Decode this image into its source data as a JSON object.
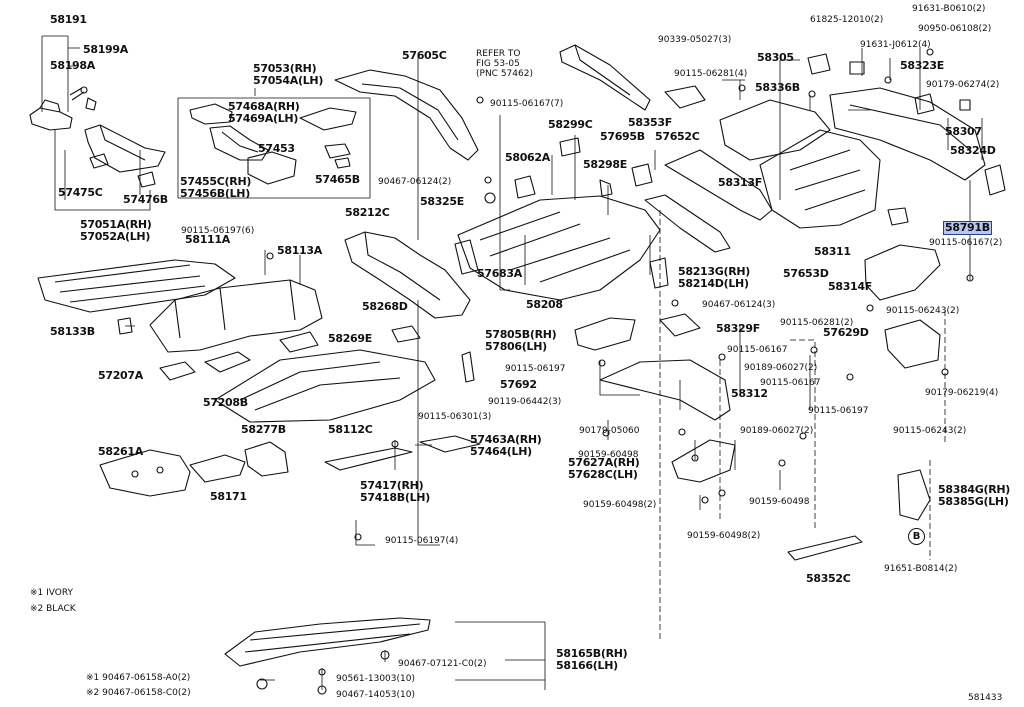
{
  "diagram_id": "581433",
  "legend": [
    "※1 IVORY",
    "※2 BLACK"
  ],
  "refer": "REFER TO\nFIG 53-05\n(PNC 57462)",
  "callout_b": "B",
  "labels": [
    {
      "id": "l1",
      "text": "58191"
    },
    {
      "id": "l2",
      "text": "58199A"
    },
    {
      "id": "l3",
      "text": "58198A"
    },
    {
      "id": "l4",
      "text": "57475C"
    },
    {
      "id": "l5",
      "text": "57476B"
    },
    {
      "id": "l6",
      "text": "57051A(RH)\n57052A(LH)"
    },
    {
      "id": "l7",
      "text": "57053(RH)\n57054A(LH)"
    },
    {
      "id": "l8",
      "text": "57605C"
    },
    {
      "id": "l9",
      "text": "57468A(RH)\n57469A(LH)"
    },
    {
      "id": "l10",
      "text": "57453"
    },
    {
      "id": "l11",
      "text": "57455C(RH)\n57456B(LH)"
    },
    {
      "id": "l12",
      "text": "57465B"
    },
    {
      "id": "l13",
      "text": "90339-05027(3)"
    },
    {
      "id": "l14",
      "text": "61825-12010(2)"
    },
    {
      "id": "l15",
      "text": "91631-B0610(2)"
    },
    {
      "id": "l16",
      "text": "90950-06108(2)"
    },
    {
      "id": "l17",
      "text": "91631-J0612(4)"
    },
    {
      "id": "l18",
      "text": "58305"
    },
    {
      "id": "l19",
      "text": "58323E"
    },
    {
      "id": "l20",
      "text": "90115-06281(4)"
    },
    {
      "id": "l21",
      "text": "58336B"
    },
    {
      "id": "l22",
      "text": "90179-06274(2)"
    },
    {
      "id": "l23",
      "text": "90115-06167(7)"
    },
    {
      "id": "l24",
      "text": "58353F"
    },
    {
      "id": "l25",
      "text": "58299C"
    },
    {
      "id": "l26",
      "text": "57695B"
    },
    {
      "id": "l27",
      "text": "57652C"
    },
    {
      "id": "l28",
      "text": "58307"
    },
    {
      "id": "l29",
      "text": "58324D"
    },
    {
      "id": "l30",
      "text": "58062A"
    },
    {
      "id": "l31",
      "text": "58298E"
    },
    {
      "id": "l32",
      "text": "58313F"
    },
    {
      "id": "l33",
      "text": "90467-06124(2)"
    },
    {
      "id": "l34",
      "text": "58325E"
    },
    {
      "id": "l35",
      "text": "58791B"
    },
    {
      "id": "l36",
      "text": "90115-06167(2)"
    },
    {
      "id": "l37",
      "text": "90115-06197(6)"
    },
    {
      "id": "l38",
      "text": "58212C"
    },
    {
      "id": "l39",
      "text": "58311"
    },
    {
      "id": "l40",
      "text": "58111A"
    },
    {
      "id": "l41",
      "text": "58113A"
    },
    {
      "id": "l42",
      "text": "57683A"
    },
    {
      "id": "l43",
      "text": "58213G(RH)\n58214D(LH)"
    },
    {
      "id": "l44",
      "text": "57653D"
    },
    {
      "id": "l45",
      "text": "58314F"
    },
    {
      "id": "l46",
      "text": "58208"
    },
    {
      "id": "l47",
      "text": "90467-06124(3)"
    },
    {
      "id": "l48",
      "text": "90115-06243(2)"
    },
    {
      "id": "l49",
      "text": "58268D"
    },
    {
      "id": "l50",
      "text": "58133B"
    },
    {
      "id": "l51",
      "text": "58269E"
    },
    {
      "id": "l52",
      "text": "57805B(RH)\n57806(LH)"
    },
    {
      "id": "l53",
      "text": "58329F"
    },
    {
      "id": "l54",
      "text": "90115-06281(2)"
    },
    {
      "id": "l55",
      "text": "57629D"
    },
    {
      "id": "l56",
      "text": "90115-06167"
    },
    {
      "id": "l57",
      "text": "90115-06197"
    },
    {
      "id": "l58",
      "text": "90189-06027(2)"
    },
    {
      "id": "l59",
      "text": "57207A"
    },
    {
      "id": "l60",
      "text": "57692"
    },
    {
      "id": "l61",
      "text": "90115-06167"
    },
    {
      "id": "l62",
      "text": "90119-06442(3)"
    },
    {
      "id": "l63",
      "text": "58312"
    },
    {
      "id": "l64",
      "text": "90179-06219(4)"
    },
    {
      "id": "l65",
      "text": "57208B"
    },
    {
      "id": "l66",
      "text": "90115-06301(3)"
    },
    {
      "id": "l67",
      "text": "90115-06197"
    },
    {
      "id": "l68",
      "text": "58112C"
    },
    {
      "id": "l69",
      "text": "90179-05060"
    },
    {
      "id": "l70",
      "text": "90189-06027(2)"
    },
    {
      "id": "l71",
      "text": "90115-06243(2)"
    },
    {
      "id": "l72",
      "text": "58277B"
    },
    {
      "id": "l73",
      "text": "57463A(RH)\n57464(LH)"
    },
    {
      "id": "l74",
      "text": "90159-60498"
    },
    {
      "id": "l75",
      "text": "58261A"
    },
    {
      "id": "l76",
      "text": "57627A(RH)\n57628C(LH)"
    },
    {
      "id": "l77",
      "text": "57417(RH)\n57418B(LH)"
    },
    {
      "id": "l78",
      "text": "58171"
    },
    {
      "id": "l79",
      "text": "90159-60498(2)"
    },
    {
      "id": "l80",
      "text": "90159-60498"
    },
    {
      "id": "l81",
      "text": "58384G(RH)\n58385G(LH)"
    },
    {
      "id": "l82",
      "text": "90115-06197(4)"
    },
    {
      "id": "l83",
      "text": "90159-60498(2)"
    },
    {
      "id": "l84",
      "text": "58352C"
    },
    {
      "id": "l85",
      "text": "91651-B0814(2)"
    },
    {
      "id": "l86",
      "text": "90467-07121-C0(2)"
    },
    {
      "id": "l87",
      "text": "58165B(RH)\n58166(LH)"
    },
    {
      "id": "l88",
      "text": "※1 90467-06158-A0(2)"
    },
    {
      "id": "l89",
      "text": "90561-13003(10)"
    },
    {
      "id": "l90",
      "text": "※2 90467-06158-C0(2)"
    },
    {
      "id": "l91",
      "text": "90467-14053(10)"
    }
  ]
}
